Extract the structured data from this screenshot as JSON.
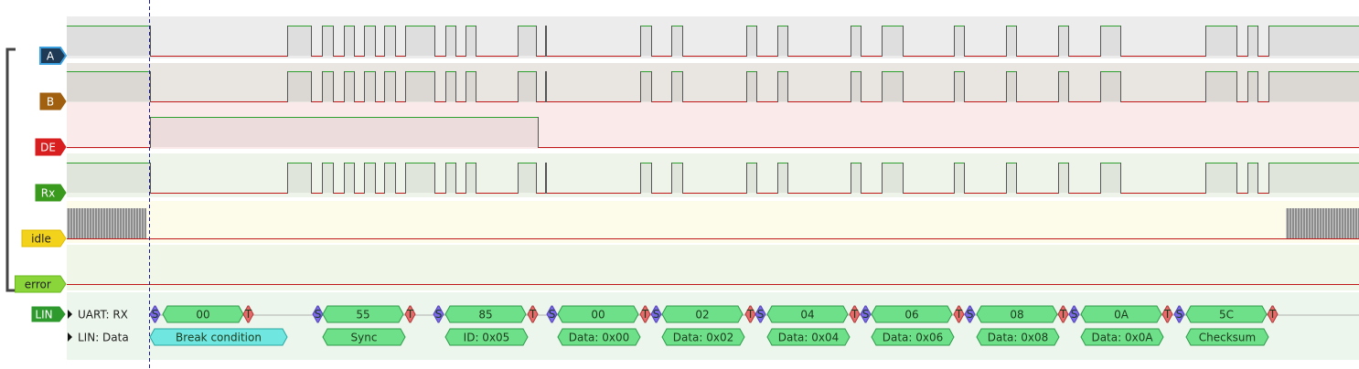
{
  "channels": [
    {
      "id": "a",
      "label": "A",
      "tag_fill": "#1e3a55",
      "tag_stroke": "#3aa0e0",
      "tag_text": "#ffffff",
      "band": "#ececec"
    },
    {
      "id": "b",
      "label": "B",
      "tag_fill": "#a06010",
      "tag_stroke": "#a06010",
      "tag_text": "#ffffff",
      "band": "#e9e6e1"
    },
    {
      "id": "de",
      "label": "DE",
      "tag_fill": "#d81e1e",
      "tag_stroke": "#d81e1e",
      "tag_text": "#ffffff",
      "band": "#fbeaea"
    },
    {
      "id": "rx",
      "label": "Rx",
      "tag_fill": "#3a9a1e",
      "tag_stroke": "#3a9a1e",
      "tag_text": "#ffffff",
      "band": "#eef4ea"
    },
    {
      "id": "idle",
      "label": "idle",
      "tag_fill": "#f2d21a",
      "tag_stroke": "#e0bc00",
      "tag_text": "#222222",
      "band": "#fdfbea"
    },
    {
      "id": "error",
      "label": "error",
      "tag_fill": "#8ad63a",
      "tag_stroke": "#6ab81e",
      "tag_text": "#222222",
      "band": "#f1f7e8"
    }
  ],
  "protocol": {
    "tag": "LIN",
    "tag_fill": "#2e9a2e",
    "rows": [
      {
        "label": "UART: RX"
      },
      {
        "label": "LIN: Data"
      }
    ],
    "uart_bytes": [
      "00",
      "55",
      "85",
      "00",
      "02",
      "04",
      "06",
      "08",
      "0A",
      "5C"
    ],
    "start_marker": "S",
    "stop_marker": "T",
    "lin_fields": [
      "Break condition",
      "Sync",
      "ID: 0x05",
      "Data: 0x00",
      "Data: 0x02",
      "Data: 0x04",
      "Data: 0x06",
      "Data: 0x08",
      "Data: 0x0A",
      "Checksum"
    ]
  },
  "colors": {
    "high": "#2ea02e",
    "low": "#c01818",
    "cursor": "#1a1a9a",
    "byte_fill": "#6ee08a",
    "break_fill": "#6fe6e0",
    "start_fill": "#7b6ae6",
    "stop_fill": "#e66a6a"
  }
}
